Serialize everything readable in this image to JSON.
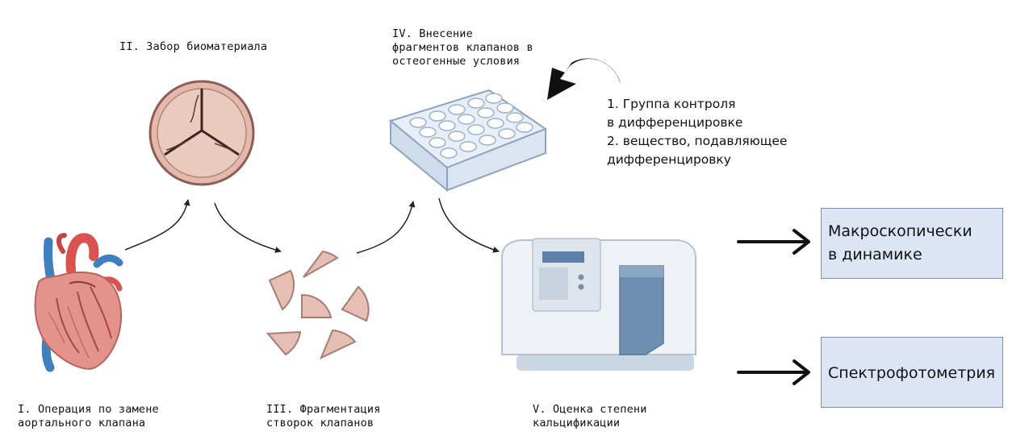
{
  "steps": {
    "step1": {
      "line1": "I. Операция по замене",
      "line2": "аортального клапана"
    },
    "step2": {
      "line1": "II. Забор биоматериала"
    },
    "step3": {
      "line1": "III. Фрагментация",
      "line2": "створок клапанов"
    },
    "step4": {
      "line1": "IV. Внесение",
      "line2": "фрагментов клапанов в",
      "line3": "остеогенные условия"
    },
    "step5": {
      "line1": "V. Оценка степени",
      "line2": "кальцификации"
    }
  },
  "groups": {
    "line1": "1. Группа контроля",
    "line2": "в дифференцировке",
    "line3": "2. вещество, подавляющее",
    "line4": "дифференцировку"
  },
  "outputs": {
    "macro": {
      "line1": "Макроскопически",
      "line2": "в динамике"
    },
    "spectro": {
      "line1": "Спектрофотометрия"
    }
  },
  "colors": {
    "box_fill": "#dde5f5",
    "box_border": "#7d8fb3",
    "tissue": "#e6bfb4",
    "artery_blue": "#3f7fc0",
    "heart_red": "#d9534f"
  }
}
